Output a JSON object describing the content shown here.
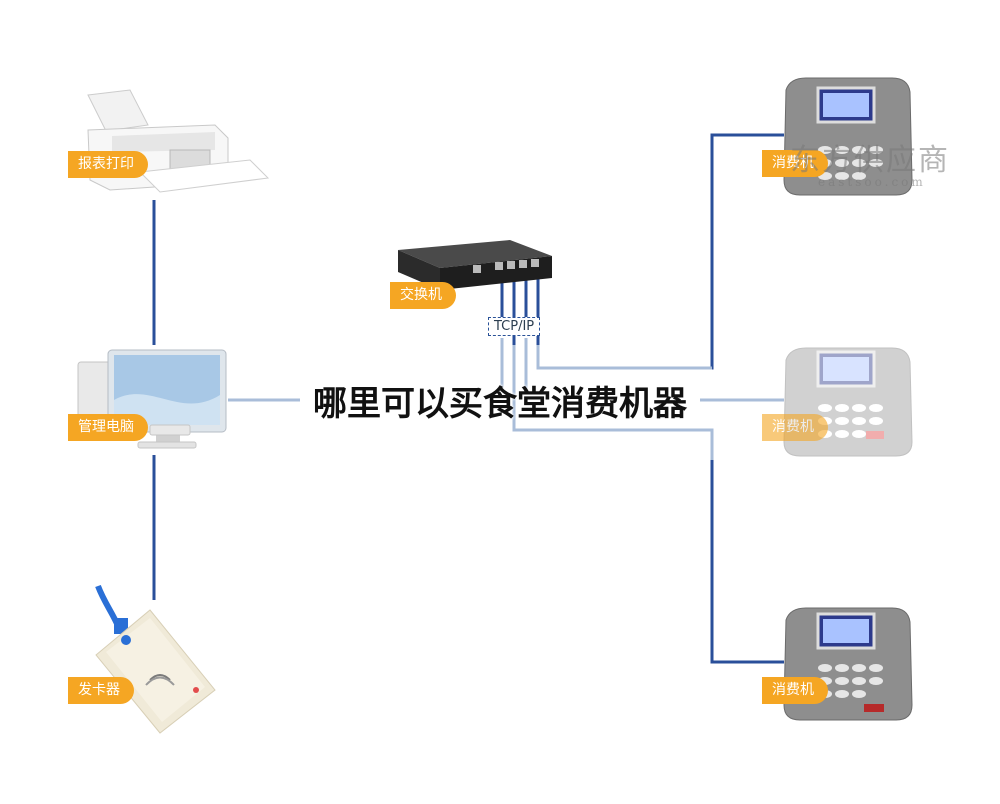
{
  "headline": "哪里可以买食堂消费机器",
  "protocol": "TCP/IP",
  "devices": {
    "printer": "报表打印",
    "computer": "管理电脑",
    "card_issuer": "发卡器",
    "switch": "交换机",
    "terminal_1": "消费机",
    "terminal_2": "消费机",
    "terminal_3": "消费机"
  },
  "watermark": {
    "main": "东方供应商",
    "sub": "eastsoo.com"
  },
  "colors": {
    "link": "#2a4f9a",
    "link_light": "#a9bdd9",
    "label_bg": "#f5a623"
  }
}
